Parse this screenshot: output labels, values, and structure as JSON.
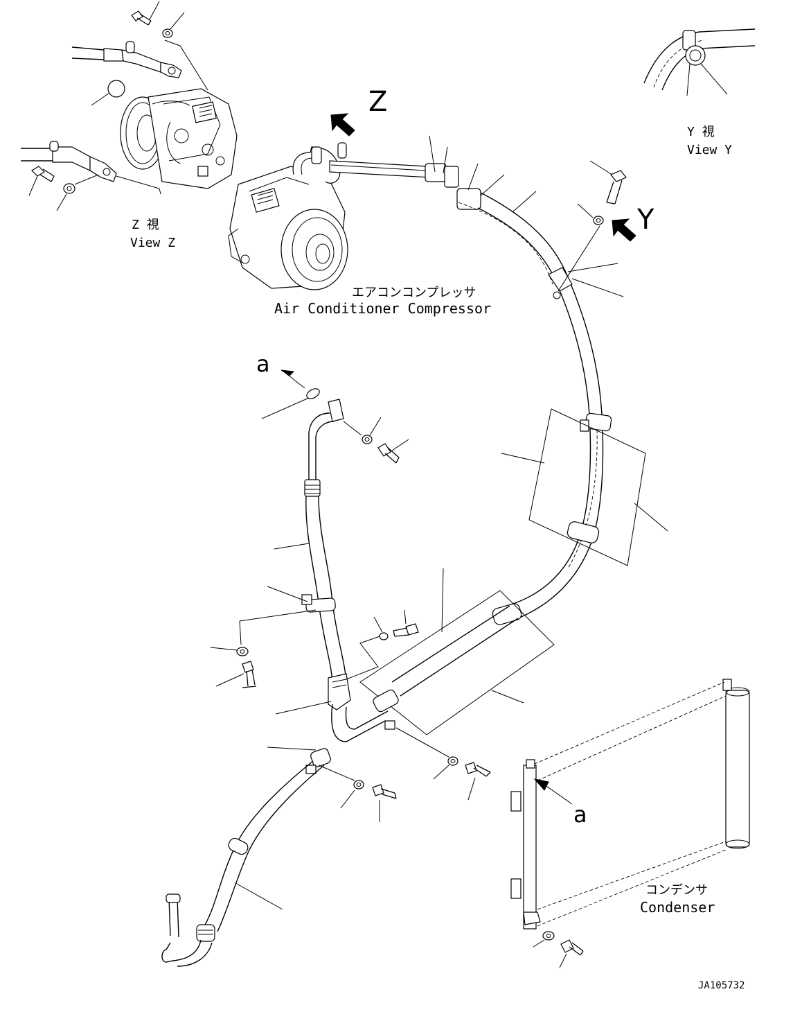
{
  "labels": {
    "view_z_title": "Z 視",
    "view_z_caption": "View Z",
    "view_y_title": "Y 視",
    "view_y_caption": "View Y",
    "arrow_z": "Z",
    "arrow_y": "Y",
    "compressor_jp": "エアコンコンプレッサ",
    "compressor_en": "Air Conditioner Compressor",
    "condenser_jp": "コンデンサ",
    "condenser_en": "Condenser",
    "ref_a_top": "a",
    "ref_a_bottom": "a",
    "drawing_number": "JA105732"
  },
  "colors": {
    "ink": "#000000",
    "paper": "#ffffff"
  }
}
